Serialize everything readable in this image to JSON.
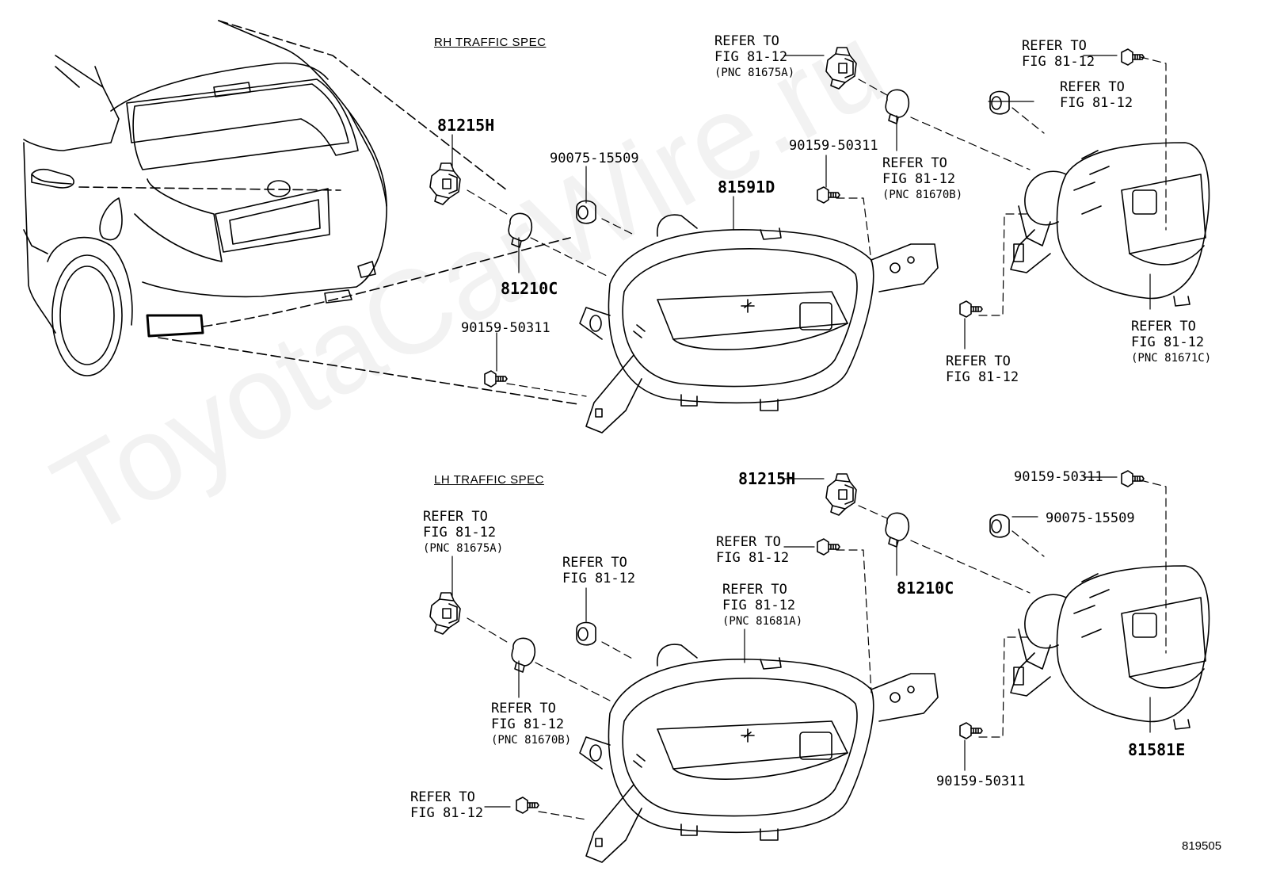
{
  "watermark": "ToyotaCarWire.ru",
  "figure_number": "819505",
  "sections": {
    "rh": "RH TRAFFIC SPEC",
    "lh": "LH TRAFFIC SPEC"
  },
  "rh": {
    "p_81215H": "81215H",
    "p_90075": "90075-15509",
    "p_81591D": "81591D",
    "p_81210C": "81210C",
    "p_90159_a": "90159-50311",
    "p_90159_b": "90159-50311",
    "ref_a": [
      "REFER TO",
      "FIG 81-12",
      "(PNC 81675A)"
    ],
    "ref_b": [
      "REFER TO",
      "FIG 81-12",
      "(PNC 81670B)"
    ],
    "ref_c": [
      "REFER TO",
      "FIG 81-12"
    ],
    "ref_d": [
      "REFER TO",
      "FIG 81-12"
    ],
    "ref_e": [
      "REFER TO",
      "FIG 81-12"
    ],
    "ref_f": [
      "REFER TO",
      "FIG 81-12",
      "(PNC 81671C)"
    ]
  },
  "lh": {
    "ref_a": [
      "REFER TO",
      "FIG 81-12",
      "(PNC 81675A)"
    ],
    "ref_b": [
      "REFER TO",
      "FIG 81-12"
    ],
    "ref_c": [
      "REFER TO",
      "FIG 81-12",
      "(PNC 81670B)"
    ],
    "ref_d": [
      "REFER TO",
      "FIG 81-12"
    ],
    "ref_e": [
      "REFER TO",
      "FIG 81-12"
    ],
    "ref_f": [
      "REFER TO",
      "FIG 81-12",
      "(PNC 81681A)"
    ],
    "p_81215H": "81215H",
    "p_81210C": "81210C",
    "p_90159_a": "90159-50311",
    "p_90075": "90075-15509",
    "p_90159_b": "90159-50311",
    "p_81581E": "81581E"
  }
}
